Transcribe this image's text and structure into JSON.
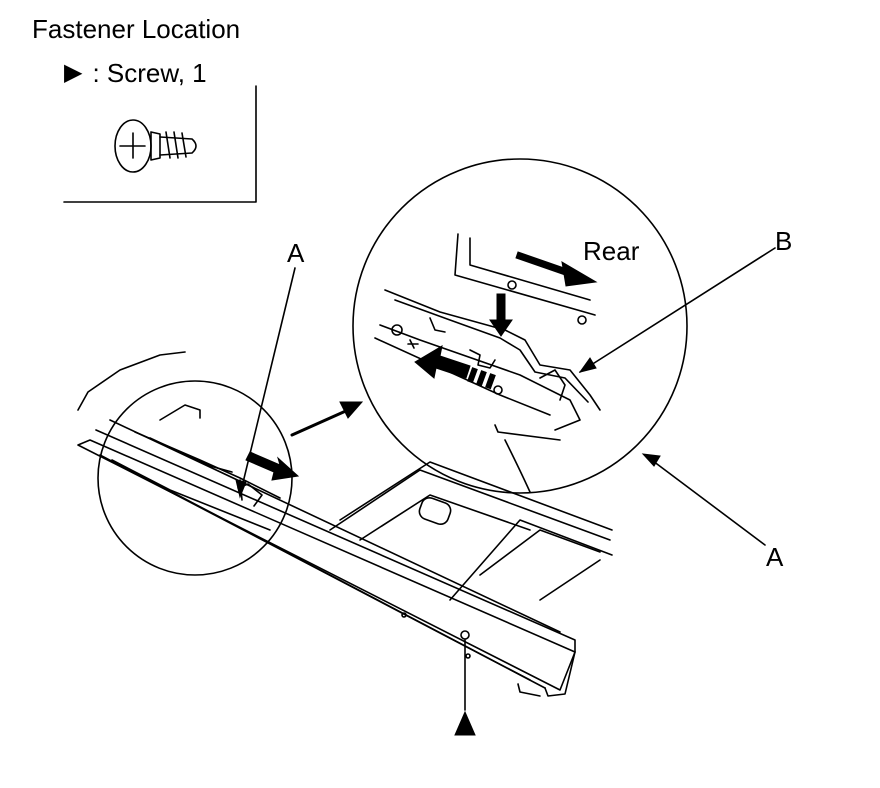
{
  "diagram": {
    "title": "Fastener Location",
    "legend": {
      "symbol": "▶",
      "text": ": Screw, 1"
    },
    "callouts": {
      "a_left": "A",
      "a_right": "A",
      "b": "B",
      "rear": "Rear"
    },
    "colors": {
      "ink": "#000000",
      "paper": "#ffffff"
    }
  }
}
